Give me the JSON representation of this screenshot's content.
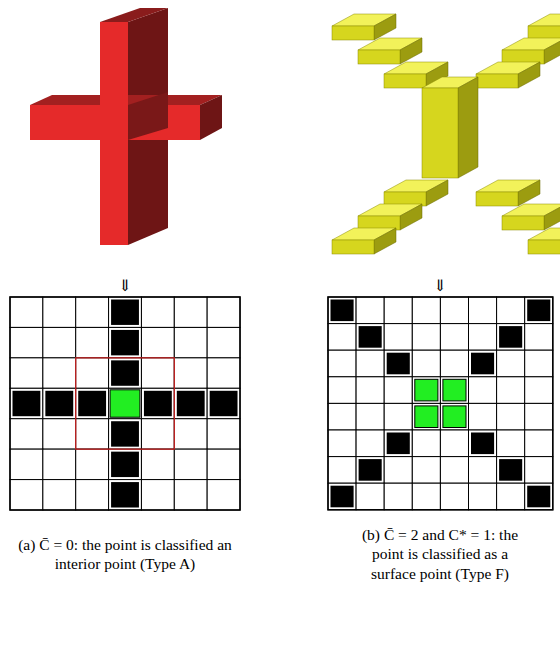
{
  "diagram": {
    "labels": [
      "⇓",
      "⇓",
      "(a) C̄ = 0: the point is classified an interior point (Type A)",
      "(b) C̄ = 2 and C* = 1: the point is classified as a surface point (Type F)"
    ]
  }
}
